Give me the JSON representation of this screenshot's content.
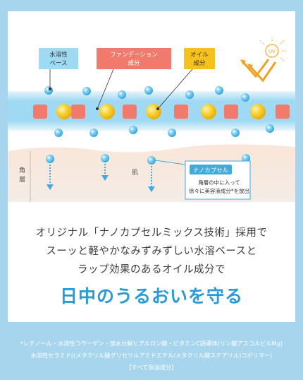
{
  "labels": {
    "water_base": [
      "水溶性",
      "ベース"
    ],
    "foundation": [
      "ファンデーション",
      "成分"
    ],
    "oil": [
      "オイル",
      "成分"
    ],
    "uv": "UV",
    "skin_layer": [
      "角",
      "層"
    ],
    "skin": "肌"
  },
  "nanocapsule": {
    "title": "ナノカプセル",
    "desc": [
      "角層の中に入って",
      "徐々に美容液成分*を放出"
    ]
  },
  "body_lines": [
    "オリジナル「ナノカプセルミックス技術」採用で",
    "スーッと軽やかなみずみずしい水溶ベースと",
    "ラップ効果のあるオイル成分で"
  ],
  "headline": "日中のうるおいを守る",
  "footnotes": [
    "*レチノール・水溶性コラーゲン・加水分解ヒアルロン酸・ビタミンC誘導体(リン酸アスコルビルMg)",
    "水溶性セラミド((メタクリル酸グリセリルアミドエチル/メタクリル酸ステアリル)コポリマー)",
    "【すべて保湿成分】"
  ],
  "colors": {
    "frame_bg": "#a8d5ee",
    "foundation": "#f27a6c",
    "oil": "#f5c21b",
    "capsule": "#3fb3e6",
    "headline": "#2a9ad6"
  }
}
